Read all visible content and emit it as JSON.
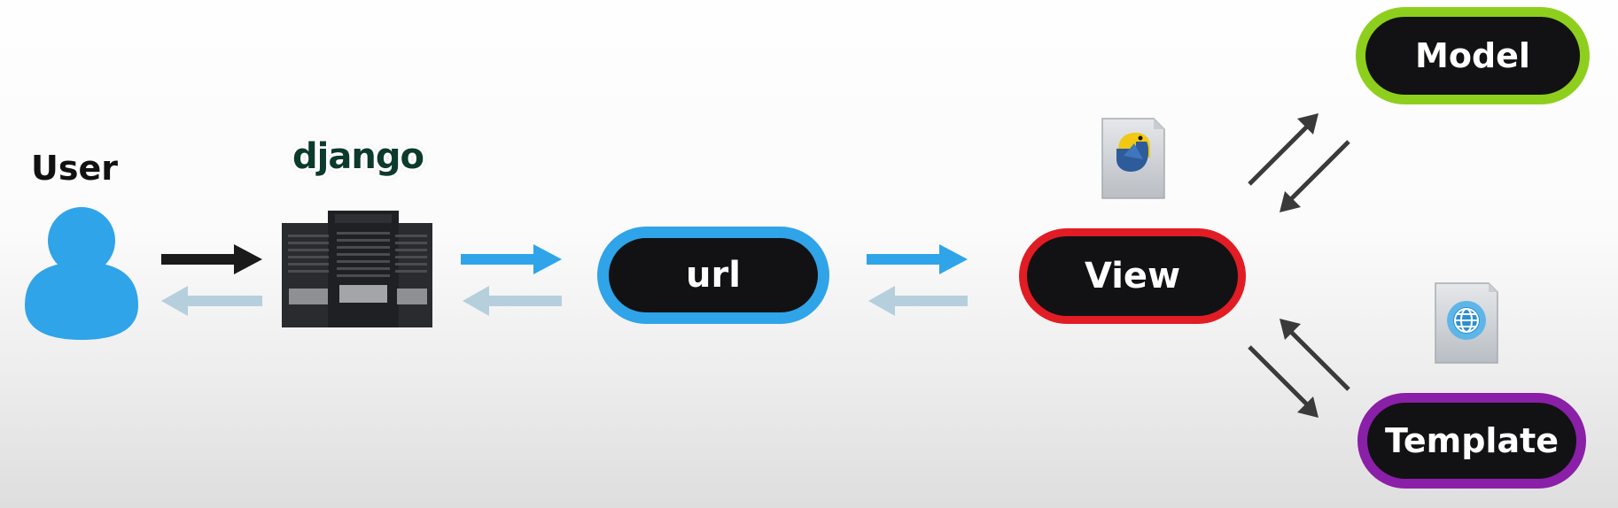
{
  "diagram": {
    "nodes": {
      "user": {
        "label": "User",
        "icon": "user-icon"
      },
      "django": {
        "label": "django",
        "icon": "server-icon"
      },
      "url": {
        "label": "url",
        "border_color": "#2fa4e8"
      },
      "view": {
        "label": "View",
        "border_color": "#e21c24",
        "icon": "python-file-icon"
      },
      "model": {
        "label": "Model",
        "border_color": "#8ecf1d"
      },
      "template": {
        "label": "Template",
        "border_color": "#8a1fa8",
        "icon": "html-file-icon"
      }
    },
    "edges": [
      {
        "from": "user",
        "to": "django",
        "bidirectional": true
      },
      {
        "from": "django",
        "to": "url",
        "bidirectional": true
      },
      {
        "from": "url",
        "to": "view",
        "bidirectional": true
      },
      {
        "from": "view",
        "to": "model",
        "bidirectional": true
      },
      {
        "from": "view",
        "to": "template",
        "bidirectional": true
      }
    ],
    "colors": {
      "user_icon": "#2fa4e8",
      "arrow_dark": "#1a1a1a",
      "arrow_blue": "#2fa4e8",
      "arrow_light": "#b6cfdc",
      "arrow_gray": "#3a3a3a",
      "pill_fill": "#121214"
    }
  }
}
